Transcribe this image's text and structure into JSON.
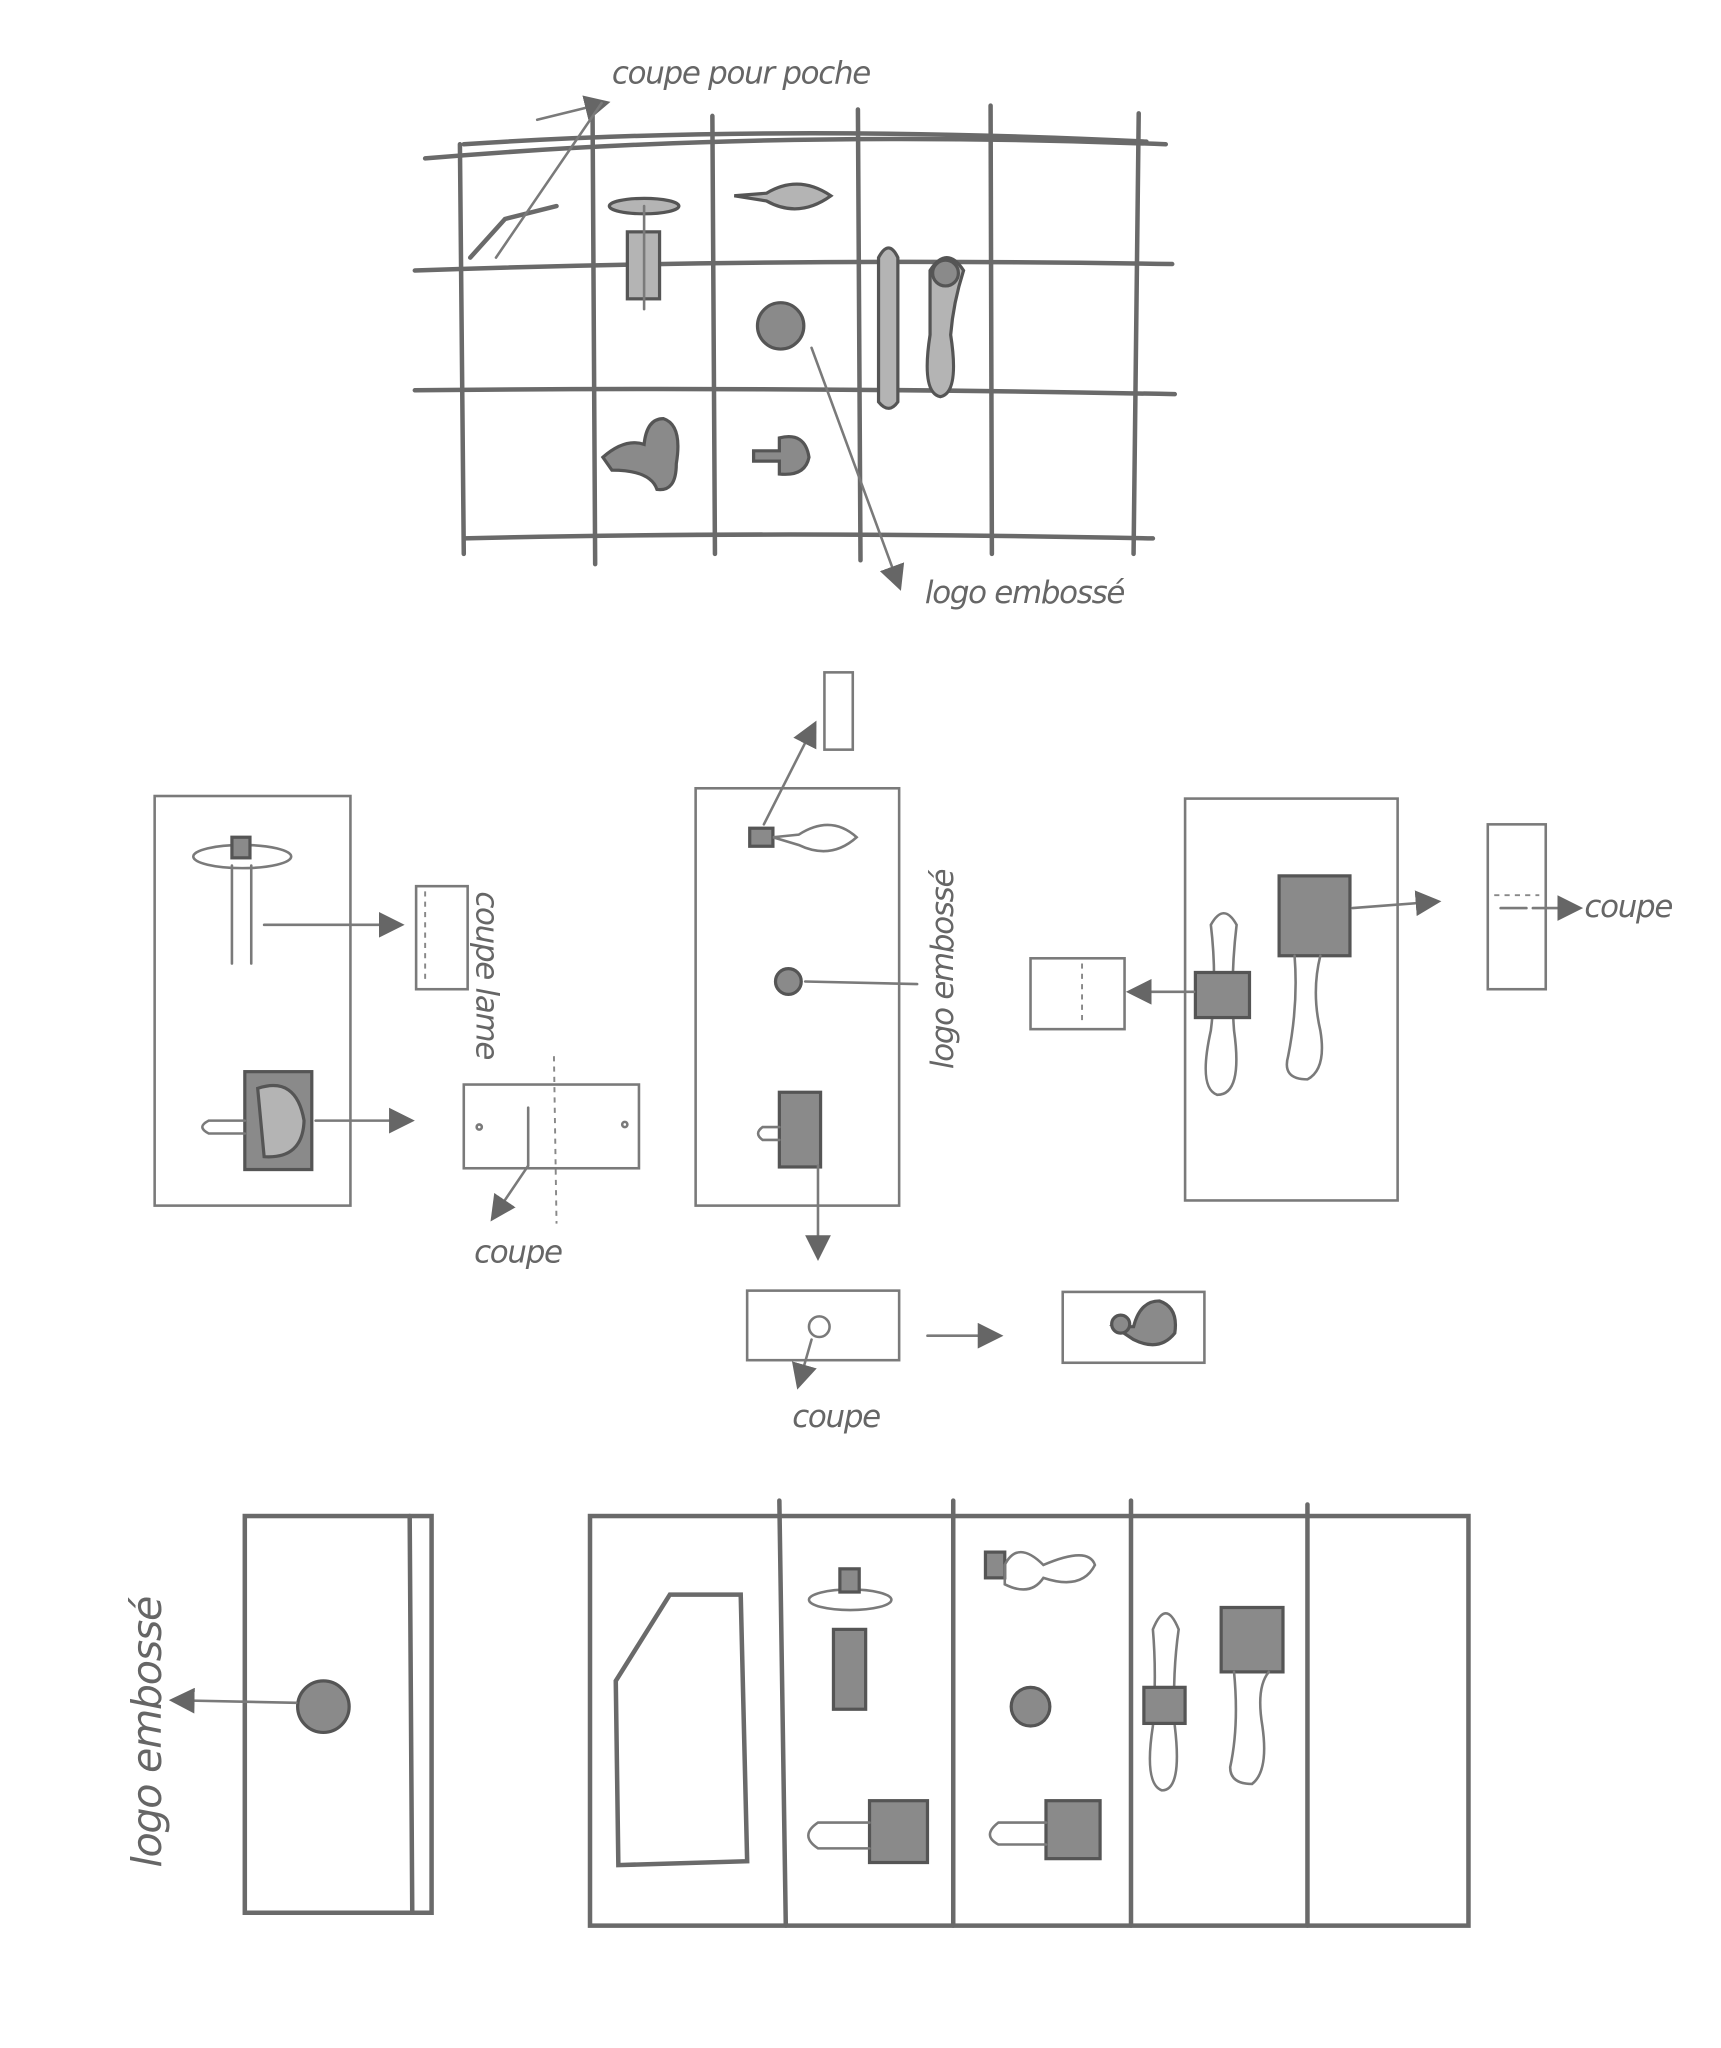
{
  "labels": {
    "top_pocket_cut": "coupe pour poche",
    "top_logo": "logo embossé",
    "mid_left_blade_cut": "coupe lame",
    "mid_left_cut": "coupe",
    "mid_center_logo": "logo embossé",
    "mid_center_cut": "coupe",
    "mid_right_cut": "coupe",
    "bottom_logo": "logo embossé"
  },
  "colors": {
    "pencil": "#6a6a6a",
    "shading": "#8a8a8a",
    "paper": "#ffffff"
  }
}
